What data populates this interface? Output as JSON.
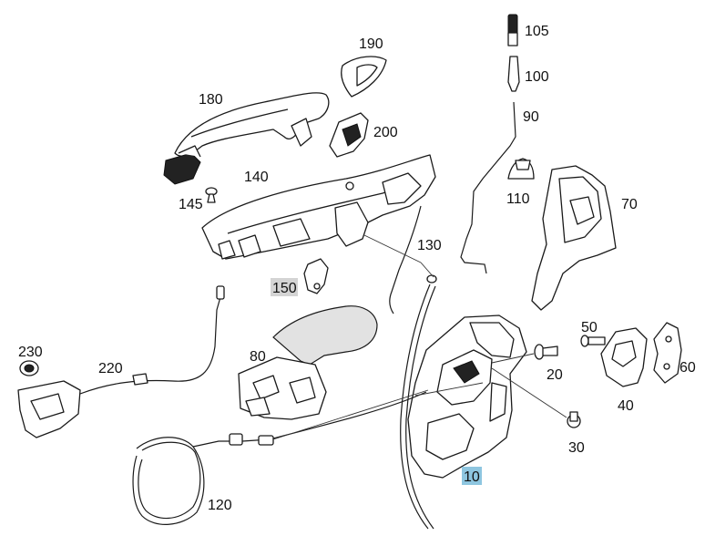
{
  "diagram": {
    "callouts": [
      {
        "id": "c10",
        "text": "10",
        "state": "selected"
      },
      {
        "id": "c20",
        "text": "20",
        "state": "normal"
      },
      {
        "id": "c30",
        "text": "30",
        "state": "normal"
      },
      {
        "id": "c40",
        "text": "40",
        "state": "normal"
      },
      {
        "id": "c50",
        "text": "50",
        "state": "normal"
      },
      {
        "id": "c60",
        "text": "60",
        "state": "normal"
      },
      {
        "id": "c70",
        "text": "70",
        "state": "normal"
      },
      {
        "id": "c80",
        "text": "80",
        "state": "normal"
      },
      {
        "id": "c90",
        "text": "90",
        "state": "normal"
      },
      {
        "id": "c100",
        "text": "100",
        "state": "normal"
      },
      {
        "id": "c105",
        "text": "105",
        "state": "normal"
      },
      {
        "id": "c110",
        "text": "110",
        "state": "normal"
      },
      {
        "id": "c120",
        "text": "120",
        "state": "normal"
      },
      {
        "id": "c130",
        "text": "130",
        "state": "normal"
      },
      {
        "id": "c140",
        "text": "140",
        "state": "normal"
      },
      {
        "id": "c145",
        "text": "145",
        "state": "normal"
      },
      {
        "id": "c150",
        "text": "150",
        "state": "dimmed"
      },
      {
        "id": "c180",
        "text": "180",
        "state": "normal"
      },
      {
        "id": "c190",
        "text": "190",
        "state": "normal"
      },
      {
        "id": "c200",
        "text": "200",
        "state": "normal"
      },
      {
        "id": "c220",
        "text": "220",
        "state": "normal"
      },
      {
        "id": "c230",
        "text": "230",
        "state": "normal"
      }
    ],
    "colors": {
      "selected_highlight": "#8ec6e0",
      "dimmed_highlight": "#d4d4d4",
      "dimmed_text": "#8a8a8a",
      "line": "#1a1a1a"
    }
  }
}
